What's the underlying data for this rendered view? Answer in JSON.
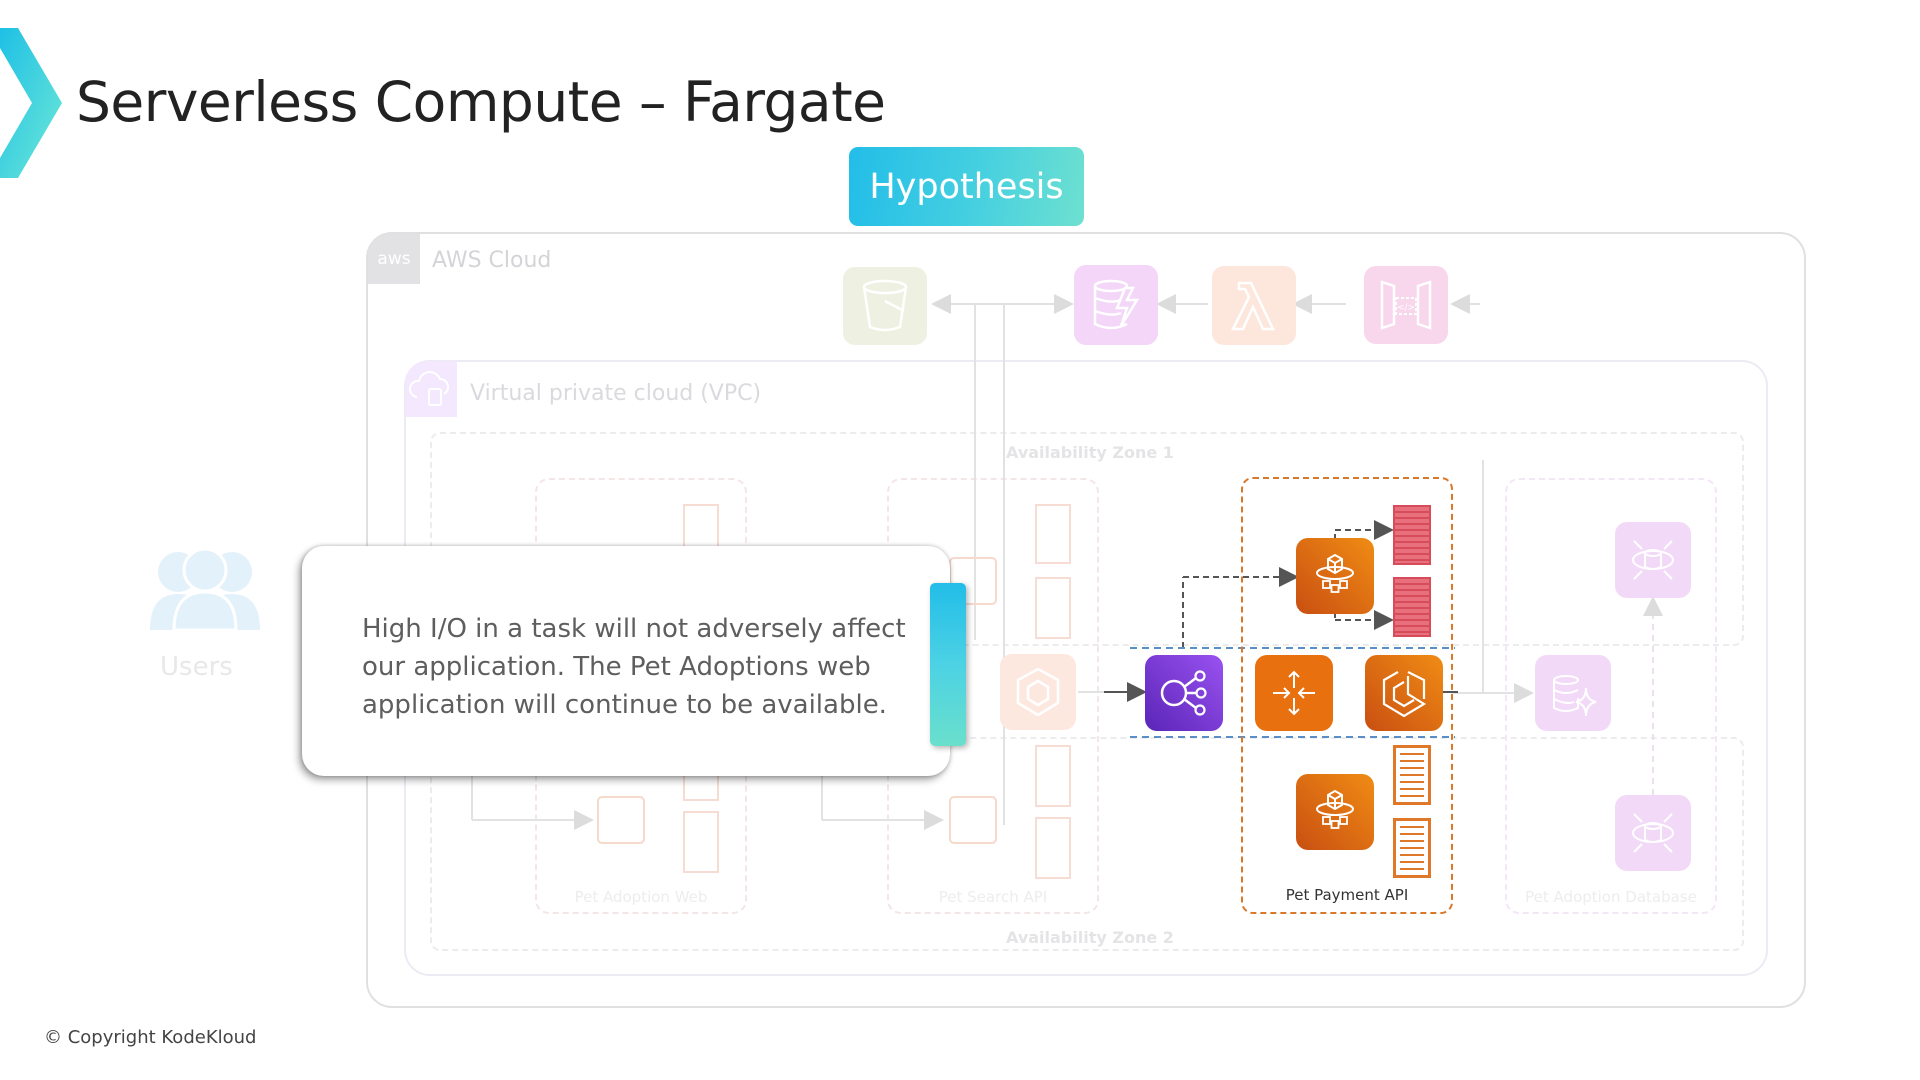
{
  "slide": {
    "title": "Serverless Compute – Fargate",
    "badge": "Hypothesis",
    "copyright": "© Copyright KodeKloud"
  },
  "diagram": {
    "cloud_label": "AWS Cloud",
    "cloud_badge": "aws",
    "vpc_label": "Virtual private cloud (VPC)",
    "az1_label": "Availability Zone 1",
    "az2_label": "Availability Zone 2",
    "users_label": "Users",
    "services": [
      {
        "name": "Pet Adoption Web",
        "state": "faded"
      },
      {
        "name": "Pet Search API",
        "state": "faded"
      },
      {
        "name": "Pet Payment API",
        "state": "highlighted"
      },
      {
        "name": "Pet Adoption Database",
        "state": "faded"
      }
    ],
    "top_row_icons": [
      "s3-bucket-icon",
      "dynamodb-icon",
      "lambda-icon",
      "api-gateway-icon"
    ],
    "highlight_icons": [
      "sns-icon",
      "load-balancer-icon",
      "ecs-icon",
      "fargate-icon"
    ],
    "colors": {
      "accent_cyan": "#22bde8",
      "accent_teal": "#6ee0d0",
      "aws_orange": "#e8750f",
      "sns_purple": "#7b3ce8",
      "container_red": "#e05060",
      "payment_border": "#d8782a",
      "az_split_blue": "#5a8ec8"
    }
  },
  "callout": {
    "text": "High I/O in a task will not adversely affect our application. The Pet Adoptions web application will continue to be available."
  }
}
